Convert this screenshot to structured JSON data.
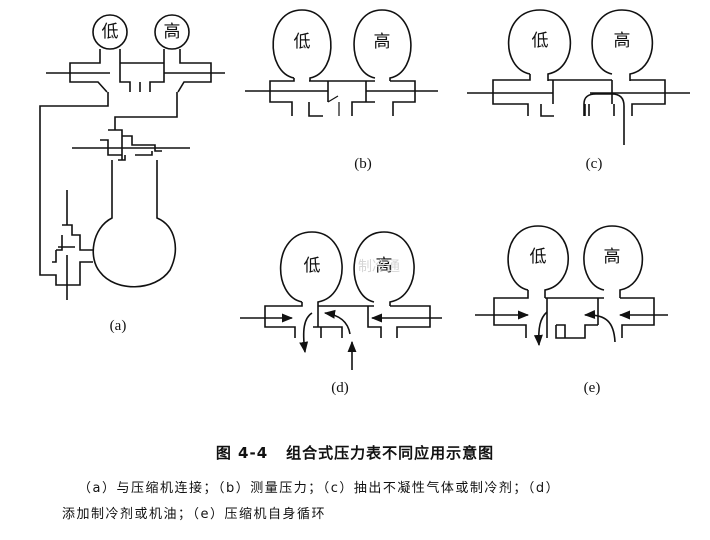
{
  "figure": {
    "number": "图 4-4",
    "title": "组合式压力表不同应用示意图",
    "caption_line1": "（a）与压缩机连接；（b）测量压力；（c）抽出不凝性气体或制冷剂；（d）",
    "caption_line2": "添加制冷剂或机油；（e）压缩机自身循环"
  },
  "gauges": {
    "low": "低",
    "high": "高"
  },
  "panels": [
    {
      "id": "a",
      "label": "(a)",
      "description": "与压缩机连接"
    },
    {
      "id": "b",
      "label": "(b)",
      "description": "测量压力"
    },
    {
      "id": "c",
      "label": "(c)",
      "description": "抽出不凝性气体或制冷剂"
    },
    {
      "id": "d",
      "label": "(d)",
      "description": "添加制冷剂或机油"
    },
    {
      "id": "e",
      "label": "(e)",
      "description": "压缩机自身循环"
    }
  ],
  "watermark": "制冷通"
}
